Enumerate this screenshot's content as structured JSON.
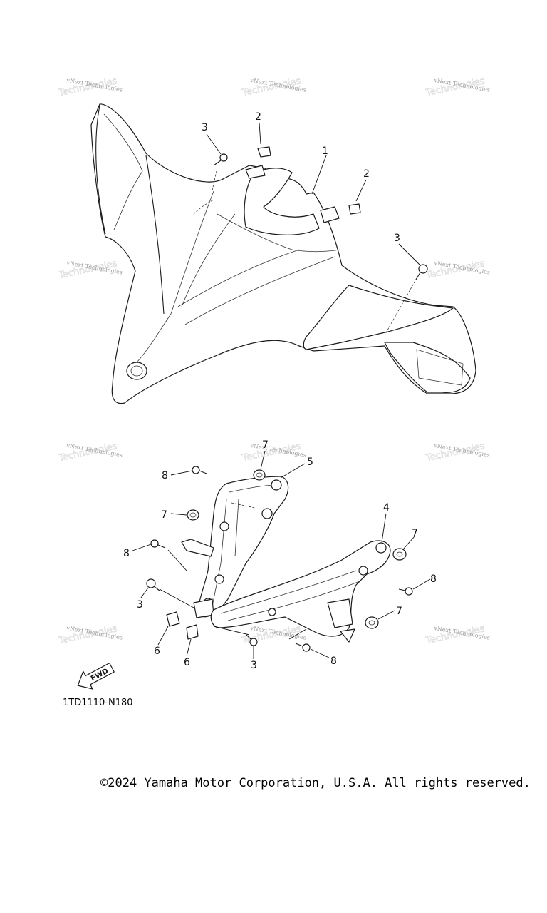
{
  "watermark_text": "vNext Technologies",
  "fwd_label": "FWD",
  "drawing_code": "1TD1110-N180",
  "copyright": "©2024 Yamaha Motor Corporation, U.S.A. All rights reserved.",
  "callouts": [
    "1",
    "2",
    "2",
    "3",
    "3",
    "3",
    "3",
    "4",
    "5",
    "6",
    "6",
    "7",
    "7",
    "7",
    "7",
    "8",
    "8",
    "8",
    "8"
  ]
}
